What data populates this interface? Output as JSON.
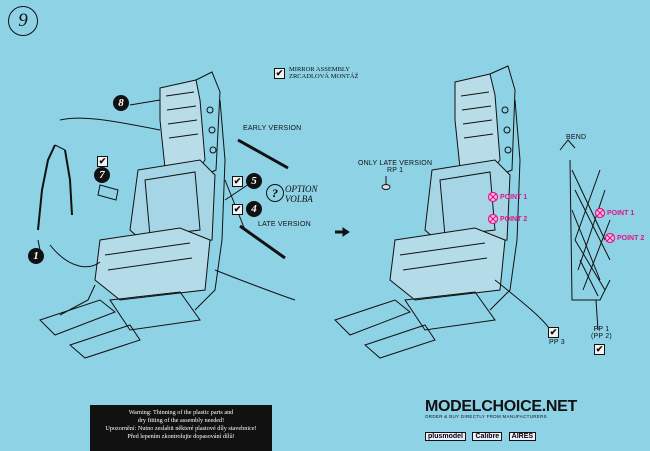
{
  "step": {
    "number": "9"
  },
  "mirror_note": {
    "line1": "MIRROR  ASSEMBLY",
    "line2": "ZRCADLOVÁ MONTÁŽ"
  },
  "parts": {
    "p8": "8",
    "p7": "7",
    "p5": "5",
    "p4": "4",
    "p1": "1"
  },
  "labels": {
    "early_version": "EARLY VERSION",
    "late_version": "LATE VERSION",
    "option": "OPTION",
    "volba": "VOLBA",
    "only_late_version": "ONLY LATE VERSION",
    "rp1": "RP 1",
    "bend": "BEND",
    "pp3": "PP 3",
    "pp1": "PP 1",
    "pp2": "(PP 2)"
  },
  "points": {
    "left_point1": "POINT 1",
    "left_point2": "POINT 2",
    "right_point1": "POINT 1",
    "right_point2": "POINT 2"
  },
  "warning": {
    "line1": "Warning: Thinning of the plastic parts and",
    "line2": "dry fitting of the assembly needed!",
    "line3": "Upozornění: Nutno zeslabit některé plastové díly stavebnice!",
    "line4": "Před lepením zkontrolujte dopasování dílů!"
  },
  "brand": {
    "name": "MODELCHOICE.NET",
    "tagline": "ORDER & BUY DIRECTLY FROM MANUFACTURERS",
    "logo1": "plusmodel",
    "logo2": "Calibre",
    "logo3": "AIRES"
  },
  "colors": {
    "background": "#8ed2e6",
    "point_pink": "#e0158a",
    "ink": "#111111"
  }
}
